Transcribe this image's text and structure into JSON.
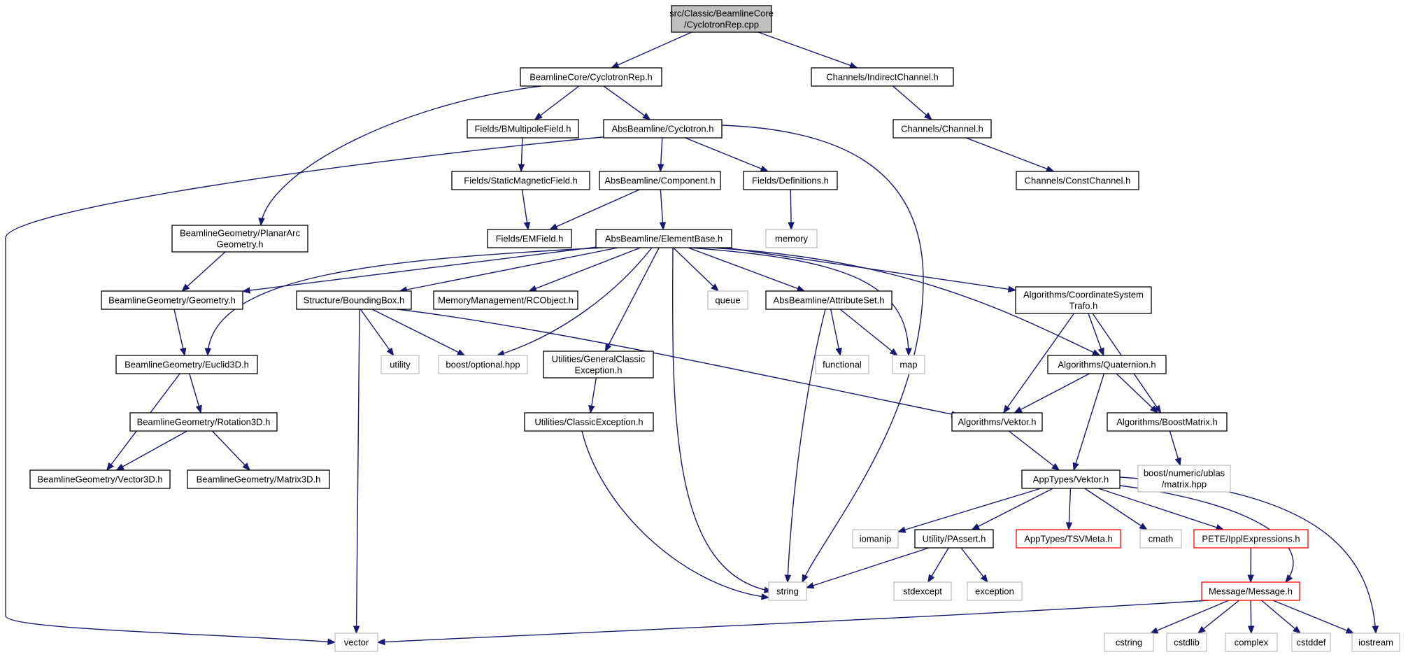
{
  "graph": {
    "nodes": [
      {
        "id": "root",
        "lines": [
          "src/Classic/BeamlineCore",
          "/CyclotronRep.cpp"
        ],
        "style": "root"
      },
      {
        "id": "cycrep",
        "lines": [
          "BeamlineCore/CyclotronRep.h"
        ],
        "style": "normal"
      },
      {
        "id": "indirect",
        "lines": [
          "Channels/IndirectChannel.h"
        ],
        "style": "normal"
      },
      {
        "id": "channel",
        "lines": [
          "Channels/Channel.h"
        ],
        "style": "normal"
      },
      {
        "id": "constch",
        "lines": [
          "Channels/ConstChannel.h"
        ],
        "style": "normal"
      },
      {
        "id": "bmult",
        "lines": [
          "Fields/BMultipoleField.h"
        ],
        "style": "normal"
      },
      {
        "id": "abscyc",
        "lines": [
          "AbsBeamline/Cyclotron.h"
        ],
        "style": "normal"
      },
      {
        "id": "statmag",
        "lines": [
          "Fields/StaticMagneticField.h"
        ],
        "style": "normal"
      },
      {
        "id": "component",
        "lines": [
          "AbsBeamline/Component.h"
        ],
        "style": "normal"
      },
      {
        "id": "definitions",
        "lines": [
          "Fields/Definitions.h"
        ],
        "style": "normal"
      },
      {
        "id": "planar",
        "lines": [
          "BeamlineGeometry/PlanarArc",
          "Geometry.h"
        ],
        "style": "normal"
      },
      {
        "id": "emfield",
        "lines": [
          "Fields/EMField.h"
        ],
        "style": "normal"
      },
      {
        "id": "elembase",
        "lines": [
          "AbsBeamline/ElementBase.h"
        ],
        "style": "normal"
      },
      {
        "id": "memory",
        "lines": [
          "memory"
        ],
        "style": "gray"
      },
      {
        "id": "geometry",
        "lines": [
          "BeamlineGeometry/Geometry.h"
        ],
        "style": "normal"
      },
      {
        "id": "bbox",
        "lines": [
          "Structure/BoundingBox.h"
        ],
        "style": "normal"
      },
      {
        "id": "rcobj",
        "lines": [
          "MemoryManagement/RCObject.h"
        ],
        "style": "normal"
      },
      {
        "id": "queue",
        "lines": [
          "queue"
        ],
        "style": "gray"
      },
      {
        "id": "attrset",
        "lines": [
          "AbsBeamline/AttributeSet.h"
        ],
        "style": "normal"
      },
      {
        "id": "coordtrafo",
        "lines": [
          "Algorithms/CoordinateSystem",
          "Trafo.h"
        ],
        "style": "normal"
      },
      {
        "id": "euclid",
        "lines": [
          "BeamlineGeometry/Euclid3D.h"
        ],
        "style": "normal"
      },
      {
        "id": "utility",
        "lines": [
          "utility"
        ],
        "style": "gray"
      },
      {
        "id": "boostopt",
        "lines": [
          "boost/optional.hpp"
        ],
        "style": "gray"
      },
      {
        "id": "genexc",
        "lines": [
          "Utilities/GeneralClassic",
          "Exception.h"
        ],
        "style": "normal"
      },
      {
        "id": "functional",
        "lines": [
          "functional"
        ],
        "style": "gray"
      },
      {
        "id": "map",
        "lines": [
          "map"
        ],
        "style": "gray"
      },
      {
        "id": "quaternion",
        "lines": [
          "Algorithms/Quaternion.h"
        ],
        "style": "normal"
      },
      {
        "id": "rotation",
        "lines": [
          "BeamlineGeometry/Rotation3D.h"
        ],
        "style": "normal"
      },
      {
        "id": "classexc",
        "lines": [
          "Utilities/ClassicException.h"
        ],
        "style": "normal"
      },
      {
        "id": "algvektor",
        "lines": [
          "Algorithms/Vektor.h"
        ],
        "style": "normal"
      },
      {
        "id": "boostmatrix",
        "lines": [
          "Algorithms/BoostMatrix.h"
        ],
        "style": "normal"
      },
      {
        "id": "vector3d",
        "lines": [
          "BeamlineGeometry/Vector3D.h"
        ],
        "style": "normal"
      },
      {
        "id": "matrix3d",
        "lines": [
          "BeamlineGeometry/Matrix3D.h"
        ],
        "style": "normal"
      },
      {
        "id": "ublas",
        "lines": [
          "boost/numeric/ublas",
          "/matrix.hpp"
        ],
        "style": "gray"
      },
      {
        "id": "apptvektor",
        "lines": [
          "AppTypes/Vektor.h"
        ],
        "style": "normal"
      },
      {
        "id": "iomanip",
        "lines": [
          "iomanip"
        ],
        "style": "gray"
      },
      {
        "id": "passert",
        "lines": [
          "Utility/PAssert.h"
        ],
        "style": "normal"
      },
      {
        "id": "tsvmeta",
        "lines": [
          "AppTypes/TSVMeta.h"
        ],
        "style": "red"
      },
      {
        "id": "cmath",
        "lines": [
          "cmath"
        ],
        "style": "gray"
      },
      {
        "id": "ippl",
        "lines": [
          "PETE/IpplExpressions.h"
        ],
        "style": "red"
      },
      {
        "id": "string",
        "lines": [
          "string"
        ],
        "style": "gray"
      },
      {
        "id": "stdexcept",
        "lines": [
          "stdexcept"
        ],
        "style": "gray"
      },
      {
        "id": "exception",
        "lines": [
          "exception"
        ],
        "style": "gray"
      },
      {
        "id": "message",
        "lines": [
          "Message/Message.h"
        ],
        "style": "red"
      },
      {
        "id": "vector",
        "lines": [
          "vector"
        ],
        "style": "gray"
      },
      {
        "id": "cstring",
        "lines": [
          "cstring"
        ],
        "style": "gray"
      },
      {
        "id": "cstdlib",
        "lines": [
          "cstdlib"
        ],
        "style": "gray"
      },
      {
        "id": "complex",
        "lines": [
          "complex"
        ],
        "style": "gray"
      },
      {
        "id": "cstddef",
        "lines": [
          "cstddef"
        ],
        "style": "gray"
      },
      {
        "id": "iostream",
        "lines": [
          "iostream"
        ],
        "style": "gray"
      }
    ],
    "edges": [
      [
        "root",
        "cycrep"
      ],
      [
        "root",
        "indirect"
      ],
      [
        "indirect",
        "channel"
      ],
      [
        "channel",
        "constch"
      ],
      [
        "cycrep",
        "bmult"
      ],
      [
        "cycrep",
        "abscyc"
      ],
      [
        "cycrep",
        "planar"
      ],
      [
        "bmult",
        "statmag"
      ],
      [
        "statmag",
        "emfield"
      ],
      [
        "abscyc",
        "component"
      ],
      [
        "abscyc",
        "definitions"
      ],
      [
        "abscyc",
        "vector"
      ],
      [
        "abscyc",
        "string"
      ],
      [
        "component",
        "emfield"
      ],
      [
        "component",
        "elembase"
      ],
      [
        "definitions",
        "memory"
      ],
      [
        "planar",
        "geometry"
      ],
      [
        "elembase",
        "geometry"
      ],
      [
        "elembase",
        "euclid"
      ],
      [
        "elembase",
        "bbox"
      ],
      [
        "elembase",
        "rcobj"
      ],
      [
        "elembase",
        "boostopt"
      ],
      [
        "elembase",
        "genexc"
      ],
      [
        "elembase",
        "string"
      ],
      [
        "elembase",
        "queue"
      ],
      [
        "elembase",
        "attrset"
      ],
      [
        "elembase",
        "map"
      ],
      [
        "elembase",
        "quaternion"
      ],
      [
        "elembase",
        "coordtrafo"
      ],
      [
        "geometry",
        "euclid"
      ],
      [
        "bbox",
        "vector"
      ],
      [
        "bbox",
        "utility"
      ],
      [
        "bbox",
        "boostopt"
      ],
      [
        "bbox",
        "algvektor"
      ],
      [
        "attrset",
        "string"
      ],
      [
        "attrset",
        "functional"
      ],
      [
        "attrset",
        "map"
      ],
      [
        "coordtrafo",
        "algvektor"
      ],
      [
        "coordtrafo",
        "quaternion"
      ],
      [
        "coordtrafo",
        "boostmatrix"
      ],
      [
        "euclid",
        "vector3d"
      ],
      [
        "euclid",
        "rotation"
      ],
      [
        "rotation",
        "vector3d"
      ],
      [
        "rotation",
        "matrix3d"
      ],
      [
        "genexc",
        "classexc"
      ],
      [
        "classexc",
        "string"
      ],
      [
        "quaternion",
        "algvektor"
      ],
      [
        "quaternion",
        "boostmatrix"
      ],
      [
        "quaternion",
        "apptvektor"
      ],
      [
        "algvektor",
        "apptvektor"
      ],
      [
        "boostmatrix",
        "ublas"
      ],
      [
        "apptvektor",
        "iomanip"
      ],
      [
        "apptvektor",
        "passert"
      ],
      [
        "apptvektor",
        "tsvmeta"
      ],
      [
        "apptvektor",
        "cmath"
      ],
      [
        "apptvektor",
        "ippl"
      ],
      [
        "apptvektor",
        "message"
      ],
      [
        "apptvektor",
        "iostream"
      ],
      [
        "passert",
        "string"
      ],
      [
        "passert",
        "stdexcept"
      ],
      [
        "passert",
        "exception"
      ],
      [
        "ippl",
        "message"
      ],
      [
        "message",
        "vector"
      ],
      [
        "message",
        "cstring"
      ],
      [
        "message",
        "cstdlib"
      ],
      [
        "message",
        "complex"
      ],
      [
        "message",
        "cstddef"
      ],
      [
        "message",
        "iostream"
      ]
    ]
  },
  "colors": {
    "edge": "#191970",
    "root_fill": "#bfbfbf",
    "box_border": "#000000",
    "truncated_border": "#ff0000",
    "external_border": "#bfbfbf"
  }
}
